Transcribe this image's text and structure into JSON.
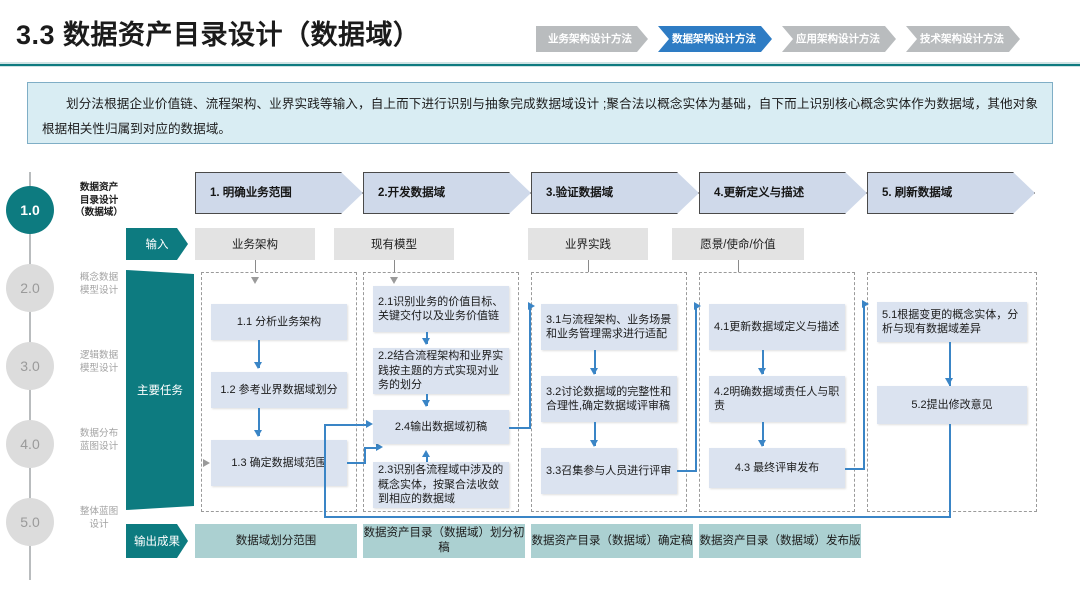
{
  "header": {
    "title": "3.3 数据资产目录设计（数据域）",
    "crumbs": [
      {
        "label": "业务架构设计方法",
        "active": false
      },
      {
        "label": "数据架构设计方法",
        "active": true
      },
      {
        "label": "应用架构设计方法",
        "active": false
      },
      {
        "label": "技术架构设计方法",
        "active": false
      }
    ],
    "accent_teal": "#0d7b80",
    "accent_blue": "#2e7cc4"
  },
  "description": {
    "text": "划分法根据企业价值链、流程架构、业界实践等输入，自上而下进行识别与抽象完成数据域设计 ;聚合法以概念实体为基础，自下而上识别核心概念实体作为数据域，其他对象根据相关性归属到对应的数据域。"
  },
  "rail": {
    "items": [
      {
        "num": "1.0",
        "label": "数据资产\n目录设计\n（数据域）",
        "active": true
      },
      {
        "num": "2.0",
        "label": "概念数据\n模型设计",
        "active": false
      },
      {
        "num": "3.0",
        "label": "逻辑数据\n模型设计",
        "active": false
      },
      {
        "num": "4.0",
        "label": "数据分布\n蓝图设计",
        "active": false
      },
      {
        "num": "5.0",
        "label": "整体蓝图\n设计",
        "active": false
      }
    ]
  },
  "phases": [
    {
      "label": "1. 明确业务范围"
    },
    {
      "label": "2.开发数据域"
    },
    {
      "label": "3.验证数据域"
    },
    {
      "label": "4.更新定义与描述"
    },
    {
      "label": "5. 刷新数据域"
    }
  ],
  "rows": {
    "input_label": "输入",
    "tasks_label": "主要任务",
    "output_label": "输出成果"
  },
  "inputs": [
    {
      "label": "业务架构"
    },
    {
      "label": "现有模型"
    },
    {
      "label": "业界实践"
    },
    {
      "label": "愿景/使命/价值"
    }
  ],
  "tasks": {
    "col1": [
      {
        "id": "1.1",
        "label": "1.1 分析业务架构"
      },
      {
        "id": "1.2",
        "label": "1.2 参考业界数据域划分"
      },
      {
        "id": "1.3",
        "label": "1.3 确定数据域范围"
      }
    ],
    "col2": [
      {
        "id": "2.1",
        "label": "2.1识别业务的价值目标、关键交付以及业务价值链"
      },
      {
        "id": "2.2",
        "label": "2.2结合流程架构和业界实践按主题的方式实现对业务的划分"
      },
      {
        "id": "2.4",
        "label": "2.4输出数据域初稿"
      },
      {
        "id": "2.3",
        "label": "2.3识别各流程域中涉及的概念实体，按聚合法收敛到相应的数据域"
      }
    ],
    "col3": [
      {
        "id": "3.1",
        "label": "3.1与流程架构、业务场景和业务管理需求进行适配"
      },
      {
        "id": "3.2",
        "label": "3.2讨论数据域的完整性和合理性,确定数据域评审稿"
      },
      {
        "id": "3.3",
        "label": "3.3召集参与人员进行评审"
      }
    ],
    "col4": [
      {
        "id": "4.1",
        "label": "4.1更新数据域定义与描述"
      },
      {
        "id": "4.2",
        "label": "4.2明确数据域责任人与职责"
      },
      {
        "id": "4.3",
        "label": "4.3 最终评审发布"
      }
    ],
    "col5": [
      {
        "id": "5.1",
        "label": "5.1根据变更的概念实体，分析与现有数据域差异"
      },
      {
        "id": "5.2",
        "label": "5.2提出修改意见"
      }
    ]
  },
  "outputs": [
    {
      "label": "数据域划分范围"
    },
    {
      "label": "数据资产目录（数据域）划分初稿"
    },
    {
      "label": "数据资产目录（数据域）确定稿"
    },
    {
      "label": "数据资产目录（数据域）发布版"
    }
  ]
}
